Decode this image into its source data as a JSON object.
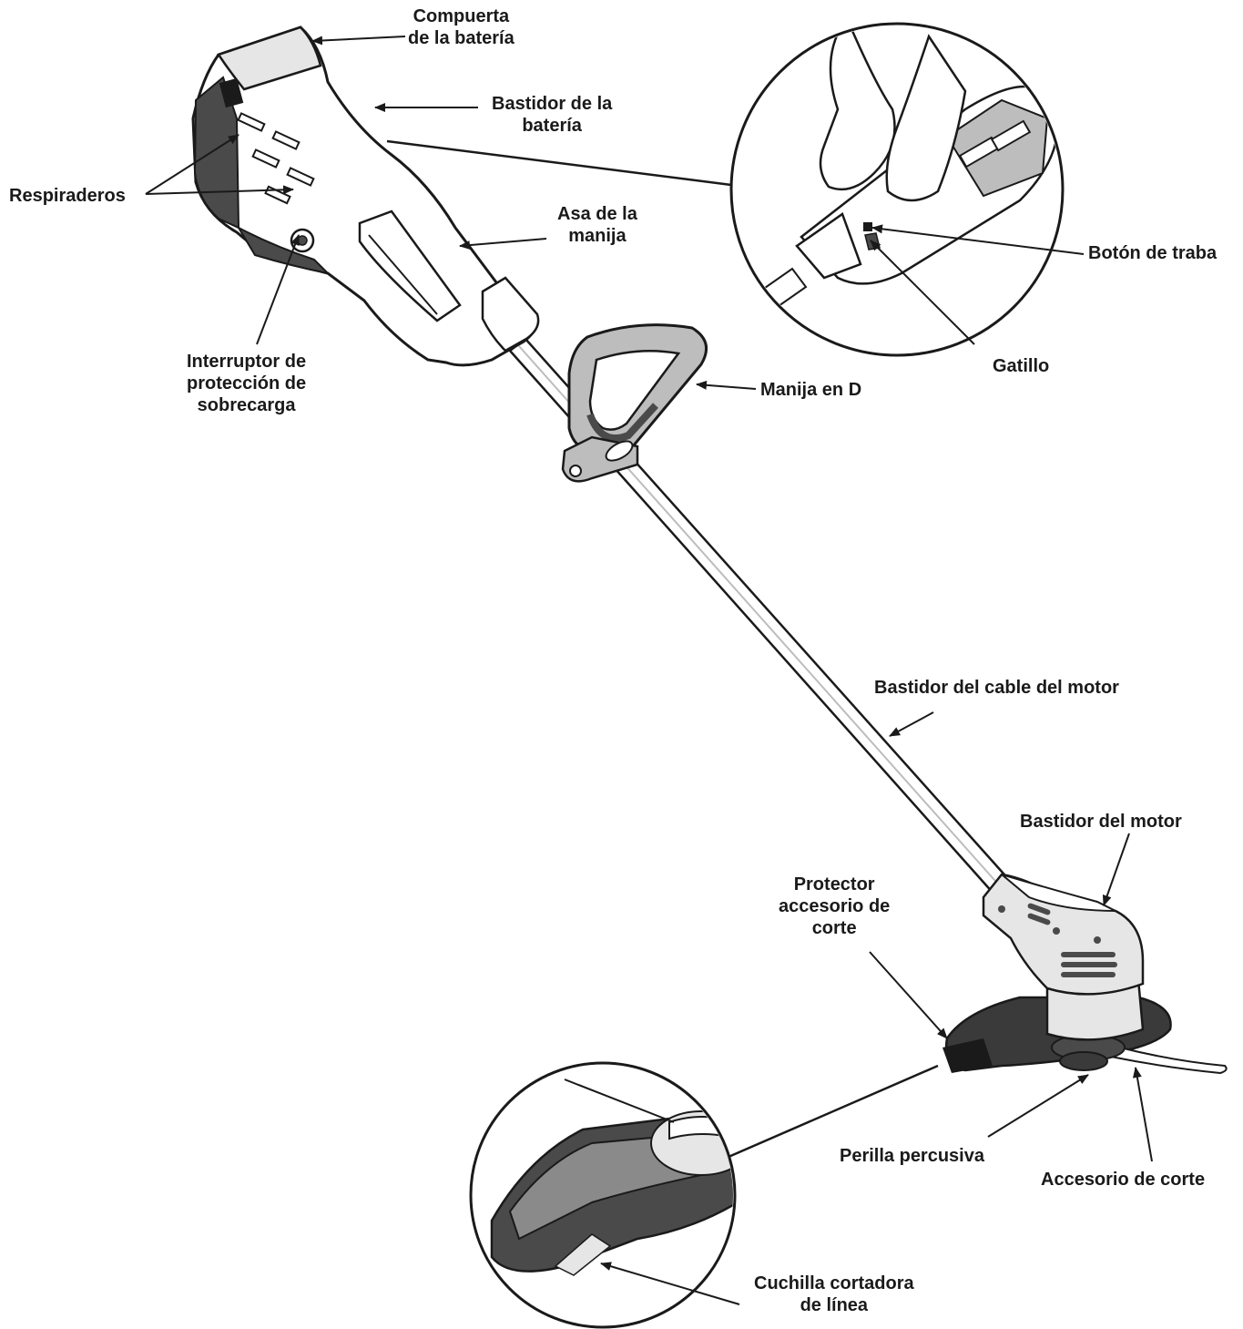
{
  "colors": {
    "ink": "#1a1a1a",
    "light_gray": "#e6e6e6",
    "mid_gray": "#bdbdbd",
    "dark_gray": "#4a4a4a",
    "guard_gray": "#3a3a3a"
  },
  "labels": {
    "battery_door": {
      "line1": "Compuerta",
      "line2": "de la batería"
    },
    "battery_housing": {
      "line1": "Bastidor de la",
      "line2": "batería"
    },
    "vents": {
      "line1": "Respiraderos"
    },
    "handle_grip": {
      "line1": "Asa de la",
      "line2": "manija"
    },
    "overload_switch": {
      "line1": "Interruptor de",
      "line2": "protección de",
      "line3": "sobrecarga"
    },
    "lock_button": {
      "line1": "Botón de traba"
    },
    "trigger": {
      "line1": "Gatillo"
    },
    "d_handle": {
      "line1": "Manija en D"
    },
    "motor_cable_housing": {
      "line1": "Bastidor del cable del motor"
    },
    "motor_housing": {
      "line1": "Bastidor del motor"
    },
    "cutting_guard": {
      "line1": "Protector",
      "line2": "accesorio de",
      "line3": "corte"
    },
    "bump_knob": {
      "line1": "Perilla percusiva"
    },
    "cutting_attachment": {
      "line1": "Accesorio de corte"
    },
    "line_cutter_blade": {
      "line1": "Cuchilla cortadora",
      "line2": "de línea"
    }
  }
}
